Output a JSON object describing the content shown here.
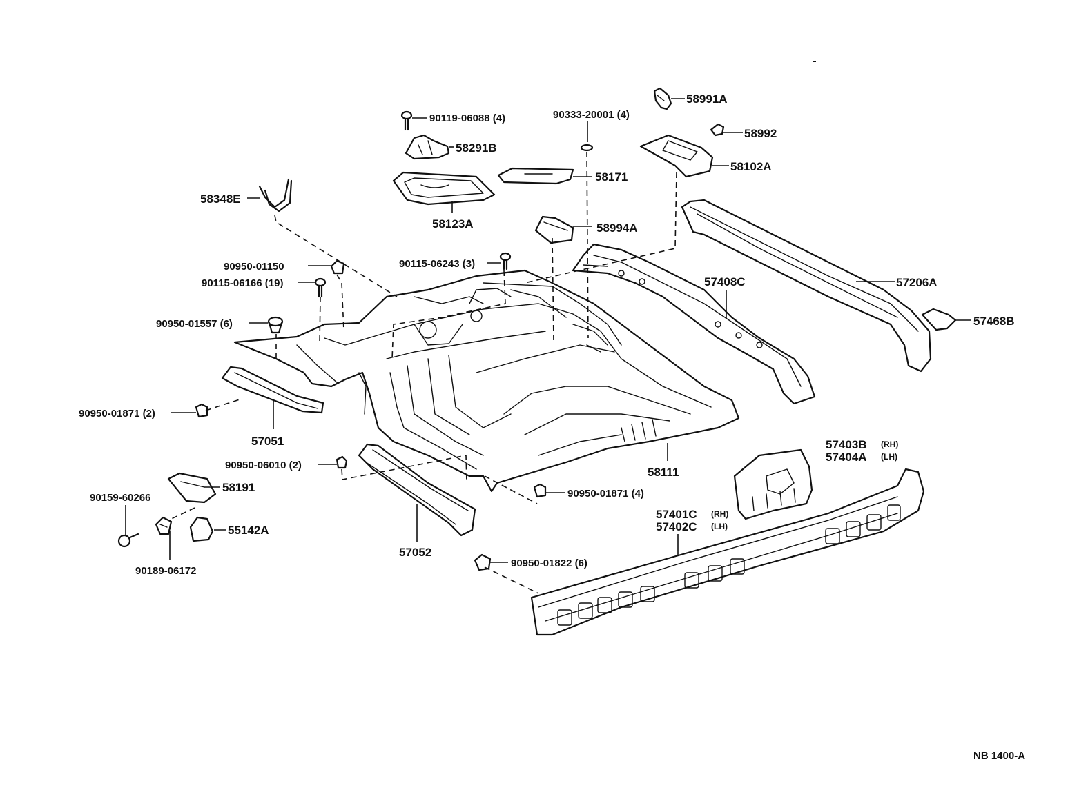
{
  "diagram_code": "NB  1400-A",
  "labels": {
    "p58991A": "58991A",
    "p90333": "90333-20001 (4)",
    "p58992": "58992",
    "p90119": "90119-06088 (4)",
    "p58291B": "58291B",
    "p58102A": "58102A",
    "p58171": "58171",
    "p58348E": "58348E",
    "p58123A": "58123A",
    "p58994A": "58994A",
    "p90950_01150": "90950-01150",
    "p90115_06243": "90115-06243 (3)",
    "p90115_06166": "90115-06166 (19)",
    "p57408C": "57408C",
    "p57206A": "57206A",
    "p90950_01557": "90950-01557 (6)",
    "p57468B": "57468B",
    "p90950_01871_2": "90950-01871 (2)",
    "p57051": "57051",
    "p57403B": "57403B",
    "p57403B_sfx": "(RH)",
    "p57404A": "57404A",
    "p57404A_sfx": "(LH)",
    "p90950_06010": "90950-06010 (2)",
    "p58111": "58111",
    "p58191": "58191",
    "p90159": "90159-60266",
    "p90950_01871_4": "90950-01871 (4)",
    "p57401C": "57401C",
    "p57401C_sfx": "(RH)",
    "p57402C": "57402C",
    "p57402C_sfx": "(LH)",
    "p55142A": "55142A",
    "p57052": "57052",
    "p90189": "90189-06172",
    "p90950_01822": "90950-01822 (6)"
  }
}
